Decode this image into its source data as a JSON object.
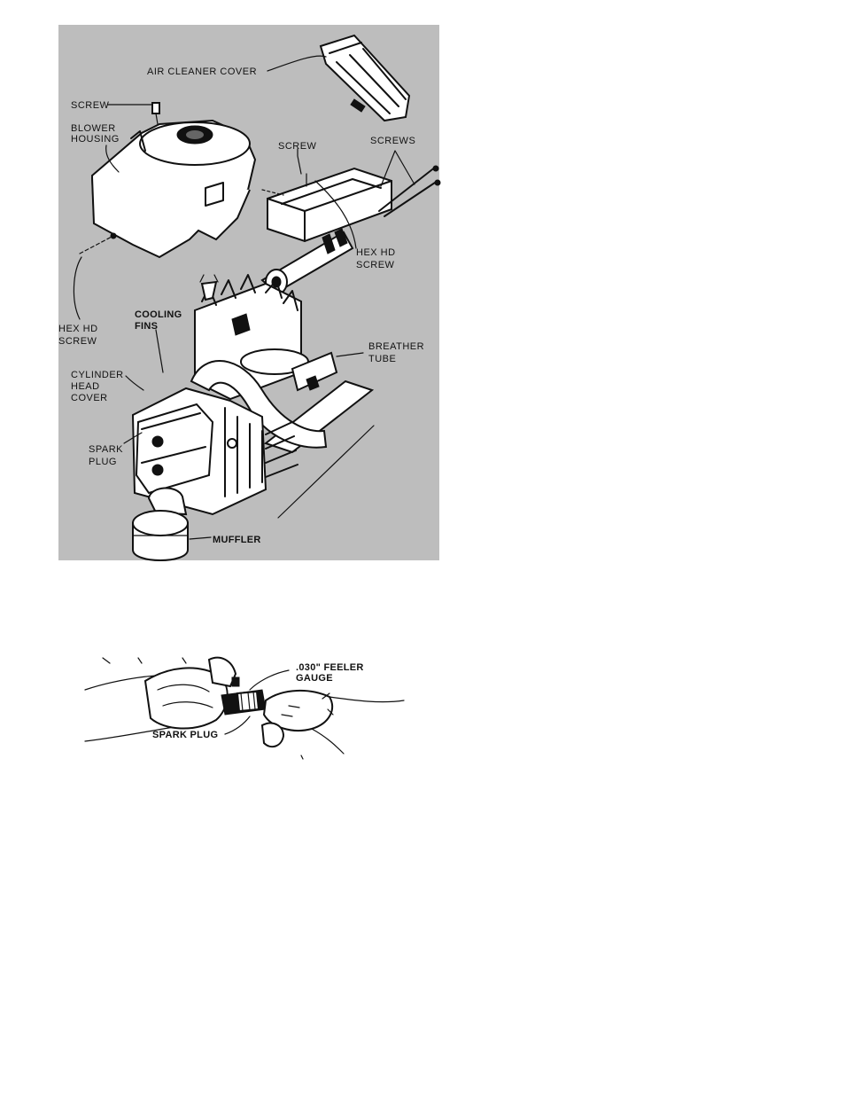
{
  "diagram1": {
    "labels": {
      "air_cleaner_cover": "AIR CLEANER COVER",
      "screw_top": "SCREW",
      "blower_housing_1": "BLOWER",
      "blower_housing_2": "HOUSING",
      "screw_mid": "SCREW",
      "screws": "SCREWS",
      "hex_hd_screw_right_1": "HEX HD",
      "hex_hd_screw_right_2": "SCREW",
      "hex_hd_screw_left_1": "HEX HD",
      "hex_hd_screw_left_2": "SCREW",
      "cooling_fins_1": "COOLING",
      "cooling_fins_2": "FINS",
      "breather_tube_1": "BREATHER",
      "breather_tube_2": "TUBE",
      "cylinder_head_cover_1": "CYLINDER",
      "cylinder_head_cover_2": "HEAD",
      "cylinder_head_cover_3": "COVER",
      "spark_plug_1": "SPARK",
      "spark_plug_2": "PLUG",
      "muffler": "MUFFLER"
    }
  },
  "diagram2": {
    "labels": {
      "feeler_gauge_1": ".030\" FEELER",
      "feeler_gauge_2": "GAUGE",
      "spark_plug": "SPARK PLUG"
    }
  }
}
